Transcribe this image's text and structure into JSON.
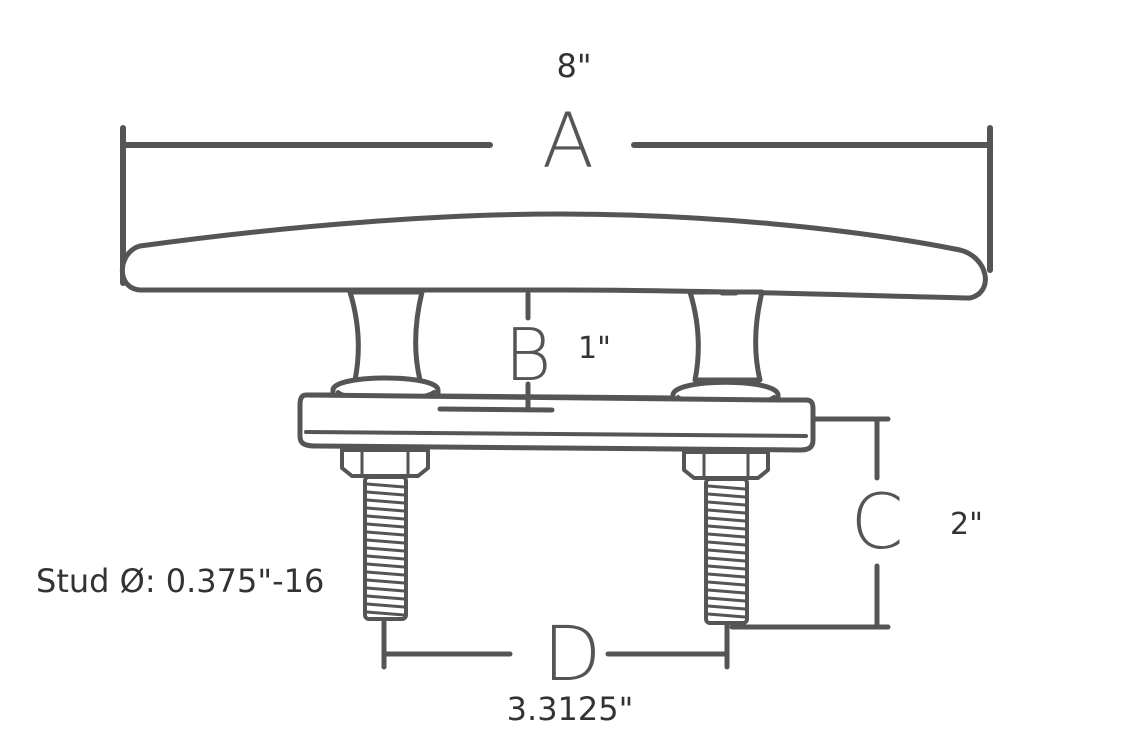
{
  "dimensions": {
    "a": {
      "letter": "A",
      "value": "8\""
    },
    "b": {
      "letter": "B",
      "value": "1\""
    },
    "c": {
      "letter": "C",
      "value": "2\""
    },
    "d": {
      "letter": "D",
      "value": "3.3125\""
    }
  },
  "stud": {
    "label": "Stud Ø: 0.375\"-16"
  },
  "colors": {
    "line": "#555555",
    "text": "#333333",
    "background": "#ffffff"
  }
}
